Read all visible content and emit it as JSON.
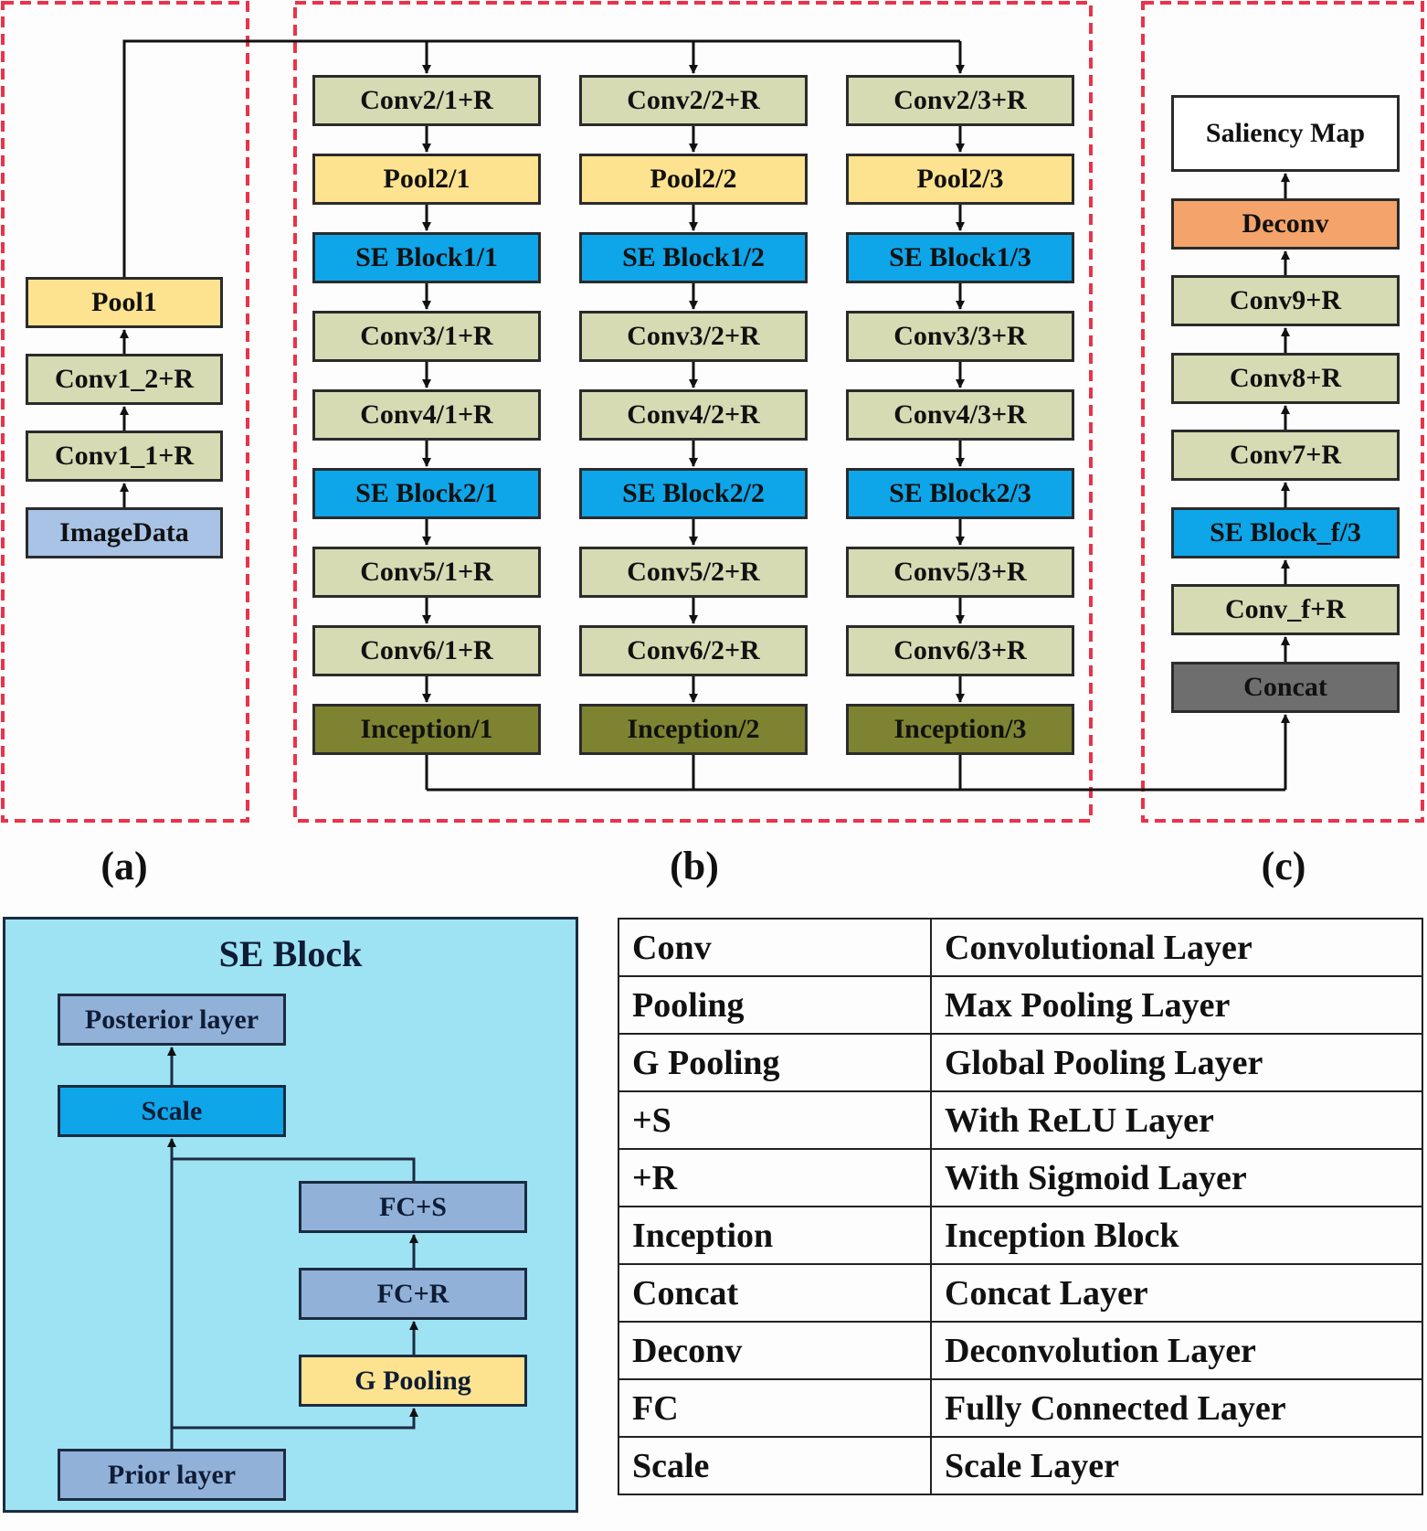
{
  "panel_a": {
    "label": "(a)",
    "layers": [
      {
        "id": "a-pool1",
        "text": "Pool1",
        "kind": "pool"
      },
      {
        "id": "a-conv12",
        "text": "Conv1_2+R",
        "kind": "conv"
      },
      {
        "id": "a-conv11",
        "text": "Conv1_1+R",
        "kind": "conv"
      },
      {
        "id": "a-imagedata",
        "text": "ImageData",
        "kind": "img"
      }
    ]
  },
  "panel_b": {
    "label": "(b)",
    "columns": [
      {
        "layers": [
          {
            "text": "Conv2/1+R",
            "kind": "conv"
          },
          {
            "text": "Pool2/1",
            "kind": "pool"
          },
          {
            "text": "SE Block1/1",
            "kind": "se"
          },
          {
            "text": "Conv3/1+R",
            "kind": "conv"
          },
          {
            "text": "Conv4/1+R",
            "kind": "conv"
          },
          {
            "text": "SE Block2/1",
            "kind": "se"
          },
          {
            "text": "Conv5/1+R",
            "kind": "conv"
          },
          {
            "text": "Conv6/1+R",
            "kind": "conv"
          },
          {
            "text": "Inception/1",
            "kind": "inc"
          }
        ]
      },
      {
        "layers": [
          {
            "text": "Conv2/2+R",
            "kind": "conv"
          },
          {
            "text": "Pool2/2",
            "kind": "pool"
          },
          {
            "text": "SE Block1/2",
            "kind": "se"
          },
          {
            "text": "Conv3/2+R",
            "kind": "conv"
          },
          {
            "text": "Conv4/2+R",
            "kind": "conv"
          },
          {
            "text": "SE Block2/2",
            "kind": "se"
          },
          {
            "text": "Conv5/2+R",
            "kind": "conv"
          },
          {
            "text": "Conv6/2+R",
            "kind": "conv"
          },
          {
            "text": "Inception/2",
            "kind": "inc"
          }
        ]
      },
      {
        "layers": [
          {
            "text": "Conv2/3+R",
            "kind": "conv"
          },
          {
            "text": "Pool2/3",
            "kind": "pool"
          },
          {
            "text": "SE Block1/3",
            "kind": "se"
          },
          {
            "text": "Conv3/3+R",
            "kind": "conv"
          },
          {
            "text": "Conv4/3+R",
            "kind": "conv"
          },
          {
            "text": "SE Block2/3",
            "kind": "se"
          },
          {
            "text": "Conv5/3+R",
            "kind": "conv"
          },
          {
            "text": "Conv6/3+R",
            "kind": "conv"
          },
          {
            "text": "Inception/3",
            "kind": "inc"
          }
        ]
      }
    ]
  },
  "panel_c": {
    "label": "(c)",
    "layers": [
      {
        "text": "Saliency Map",
        "kind": "map"
      },
      {
        "text": "Deconv",
        "kind": "dec"
      },
      {
        "text": "Conv9+R",
        "kind": "conv"
      },
      {
        "text": "Conv8+R",
        "kind": "conv"
      },
      {
        "text": "Conv7+R",
        "kind": "conv"
      },
      {
        "text": "SE Block_f/3",
        "kind": "se"
      },
      {
        "text": "Conv_f+R",
        "kind": "conv"
      },
      {
        "text": "Concat",
        "kind": "cat"
      }
    ]
  },
  "se_block": {
    "title": "SE Block",
    "posterior": "Posterior layer",
    "scale": "Scale",
    "fc_s": "FC+S",
    "fc_r": "FC+R",
    "g_pooling": "G Pooling",
    "prior": "Prior layer"
  },
  "legend": [
    {
      "abbr": "Conv",
      "meaning": "Convolutional Layer"
    },
    {
      "abbr": "Pooling",
      "meaning": "Max Pooling Layer"
    },
    {
      "abbr": "G Pooling",
      "meaning": "Global Pooling Layer"
    },
    {
      "abbr": "+S",
      "meaning": "With ReLU Layer"
    },
    {
      "abbr": "+R",
      "meaning": "With Sigmoid Layer"
    },
    {
      "abbr": "Inception",
      "meaning": "Inception Block"
    },
    {
      "abbr": "Concat",
      "meaning": "Concat Layer"
    },
    {
      "abbr": "Deconv",
      "meaning": "Deconvolution Layer"
    },
    {
      "abbr": "FC",
      "meaning": "Fully Connected Layer"
    },
    {
      "abbr": "Scale",
      "meaning": "Scale Layer"
    }
  ],
  "colors": {
    "conv": "#d6dbb4",
    "pool": "#fde28f",
    "se_block": "#0ea5e9",
    "inception": "#7d8330",
    "image_data": "#a9c3e6",
    "deconv": "#f4a46a",
    "concat": "#6e6e6e",
    "dashed_border": "#e8334a",
    "se_panel": "#9de3f4"
  }
}
